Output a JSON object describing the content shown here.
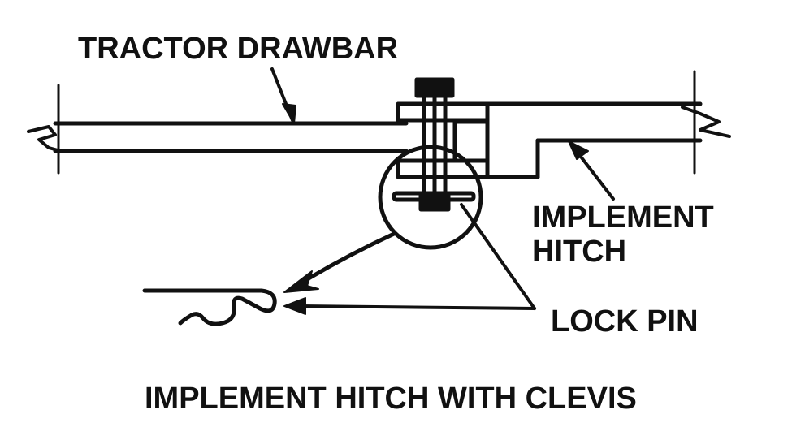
{
  "labels": {
    "tractor_drawbar": "TRACTOR DRAWBAR",
    "implement_hitch_line1": "IMPLEMENT",
    "implement_hitch_line2": "HITCH",
    "lock_pin": "LOCK PIN",
    "caption": "IMPLEMENT HITCH WITH CLEVIS"
  },
  "colors": {
    "ink": "#111111",
    "paper": "#ffffff"
  }
}
